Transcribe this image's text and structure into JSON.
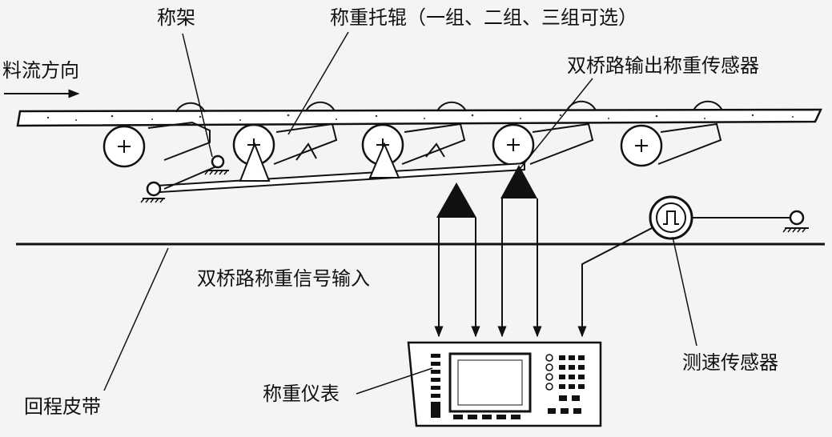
{
  "labels": {
    "flow_direction": "料流方向",
    "scale_frame": "称架",
    "weighing_idlers": "称重托辊（一组、二组、三组可选）",
    "load_cell": "双桥路输出称重传感器",
    "signal_input": "双桥路称重信号输入",
    "return_belt": "回程皮带",
    "instrument": "称重仪表",
    "speed_sensor": "测速传感器"
  }
}
